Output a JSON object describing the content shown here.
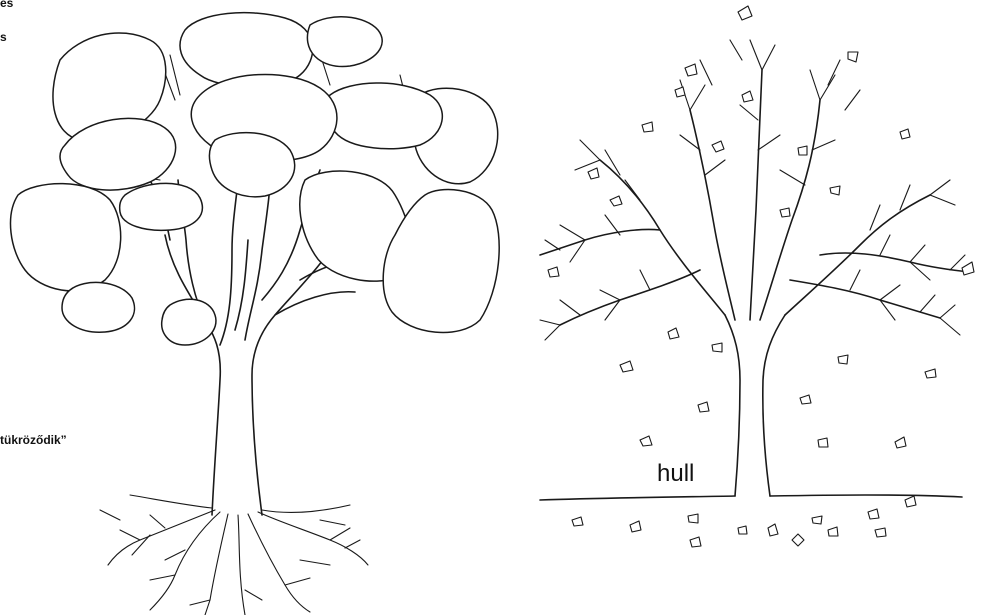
{
  "labels": {
    "top_fragment": "es",
    "s_fragment": "s",
    "quote_fragment": "tükröződik”",
    "hull": "hull"
  },
  "ink_color": "#1a1a1a",
  "paper_color": "#ffffff",
  "icons": [
    "tree-with-foliage-and-roots",
    "bare-tree-with-falling-leaves"
  ]
}
